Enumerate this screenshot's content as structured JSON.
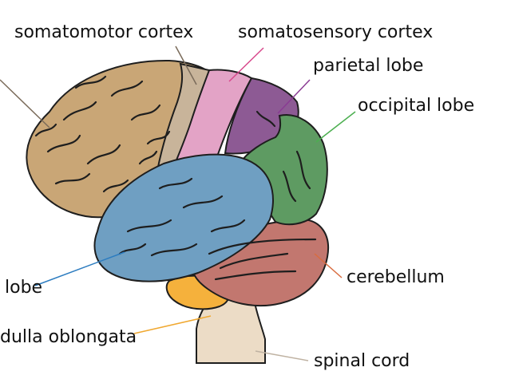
{
  "labels": {
    "somatomotor": "somatomotor cortex",
    "somatosensory": "somatosensory cortex",
    "parietal": "parietal lobe",
    "occipital": "occipital lobe",
    "temporal": "lobe",
    "cerebellum": "cerebellum",
    "medulla": "dulla oblongata",
    "spinal": "spinal cord"
  },
  "colors": {
    "frontal": "#c9a676",
    "motor": "#c8b49a",
    "somatosensory": "#e3a3c6",
    "parietal": "#8d5a94",
    "occipital": "#5e9b62",
    "temporal": "#6f9fc2",
    "cerebellum": "#c2776f",
    "medulla": "#f5b13c",
    "spinal": "#ecdcc6",
    "outline": "#1e1e1e",
    "leader_somatosensory": "#d8488c",
    "leader_parietal": "#8a3b93",
    "leader_occipital": "#4caf50",
    "leader_temporal": "#2c7cc0",
    "leader_cerebellum": "#d96c3f",
    "leader_medulla": "#f0a830",
    "leader_spinal": "#bfb2a2",
    "leader_frontal": "#7a6b5a"
  }
}
